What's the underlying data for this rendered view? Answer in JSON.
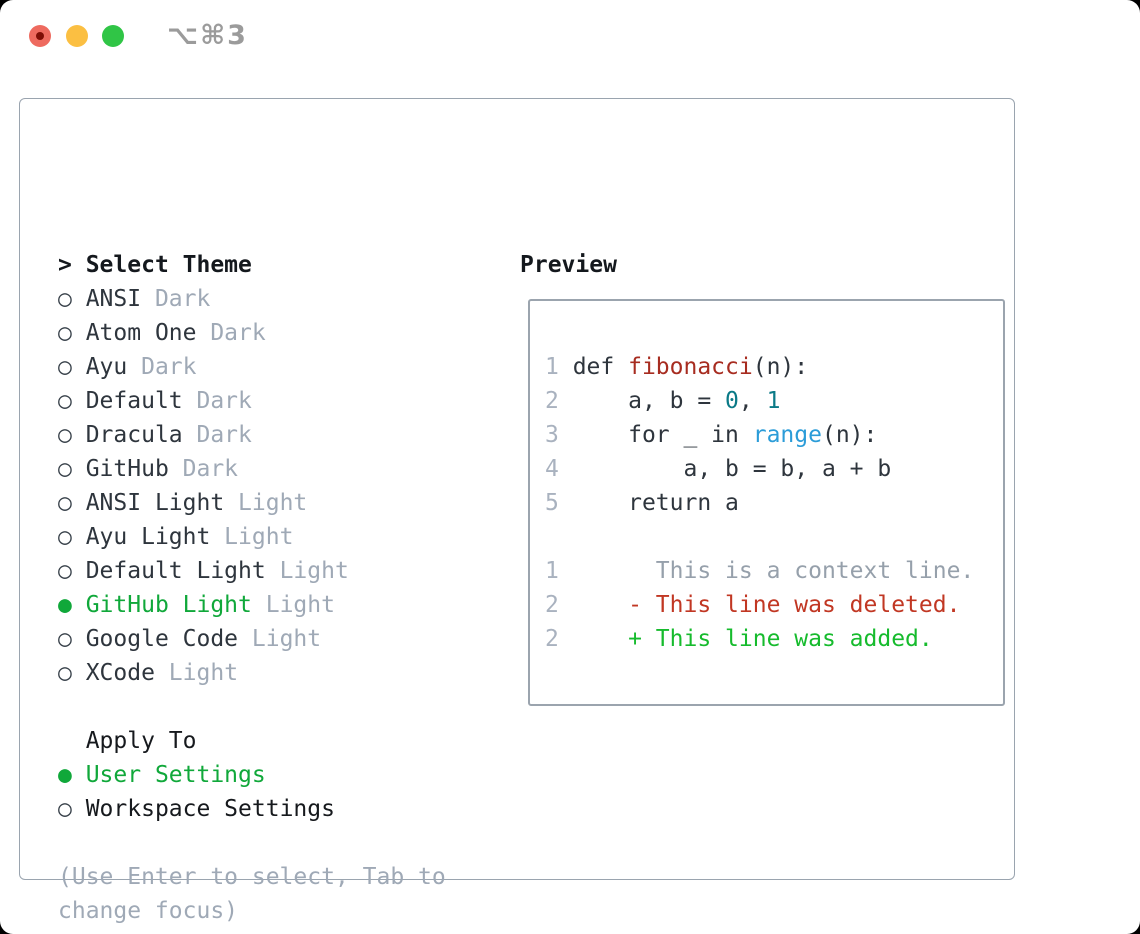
{
  "window": {
    "shortcut_label": "⌥⌘3",
    "traffic_lights": [
      {
        "name": "close",
        "color": "#ee6a5f",
        "dot": "#7f0e06"
      },
      {
        "name": "minimize",
        "color": "#fbbf42"
      },
      {
        "name": "zoom",
        "color": "#30c546"
      }
    ]
  },
  "theme_picker": {
    "header": {
      "cursor": ">",
      "label": "Select Theme"
    },
    "themes": [
      {
        "name": "ANSI",
        "variant": "Dark",
        "selected": false
      },
      {
        "name": "Atom One",
        "variant": "Dark",
        "selected": false
      },
      {
        "name": "Ayu",
        "variant": "Dark",
        "selected": false
      },
      {
        "name": "Default",
        "variant": "Dark",
        "selected": false
      },
      {
        "name": "Dracula",
        "variant": "Dark",
        "selected": false
      },
      {
        "name": "GitHub",
        "variant": "Dark",
        "selected": false
      },
      {
        "name": "ANSI Light",
        "variant": "Light",
        "selected": false
      },
      {
        "name": "Ayu Light",
        "variant": "Light",
        "selected": false
      },
      {
        "name": "Default Light",
        "variant": "Light",
        "selected": false
      },
      {
        "name": "GitHub Light",
        "variant": "Light",
        "selected": true
      },
      {
        "name": "Google Code",
        "variant": "Light",
        "selected": false
      },
      {
        "name": "XCode",
        "variant": "Light",
        "selected": false
      }
    ],
    "apply_to": {
      "label": "Apply To",
      "options": [
        {
          "name": "User Settings",
          "selected": true
        },
        {
          "name": "Workspace Settings",
          "selected": false
        }
      ]
    },
    "hint_lines": [
      "(Use Enter to select, Tab to",
      "change focus)"
    ],
    "markers": {
      "selected": "●",
      "unselected": "○"
    }
  },
  "preview": {
    "header": "Preview",
    "lines": [
      {
        "num": "1",
        "segments": [
          [
            "def ",
            "plain"
          ],
          [
            "fibonacci",
            "function"
          ],
          [
            "(n):",
            "plain"
          ]
        ]
      },
      {
        "num": "2",
        "segments": [
          [
            "    a, b = ",
            "plain"
          ],
          [
            "0",
            "number"
          ],
          [
            ", ",
            "plain"
          ],
          [
            "1",
            "number"
          ]
        ]
      },
      {
        "num": "3",
        "segments": [
          [
            "    for _ in ",
            "plain"
          ],
          [
            "range",
            "builtin"
          ],
          [
            "(n):",
            "plain"
          ]
        ]
      },
      {
        "num": "4",
        "segments": [
          [
            "        a, b = b, a + b",
            "plain"
          ]
        ]
      },
      {
        "num": "5",
        "segments": [
          [
            "    return a",
            "plain"
          ]
        ]
      },
      {
        "num": "",
        "segments": []
      },
      {
        "num": "1",
        "segments": [
          [
            "      This is a context line.",
            "context"
          ]
        ]
      },
      {
        "num": "2",
        "segments": [
          [
            "    - This line was deleted.",
            "deleted"
          ]
        ]
      },
      {
        "num": "2",
        "segments": [
          [
            "    + This line was added.",
            "added"
          ]
        ]
      }
    ]
  },
  "colors": {
    "selection_green": "#10a83a",
    "added_green": "#16bb2d",
    "deleted_red": "#c13723",
    "function_red": "#a72c20",
    "number_teal": "#0b7a87",
    "builtin_blue": "#2b9cd8",
    "muted_gray": "#9fa9b6",
    "text_dark": "#2e353d",
    "border_gray": "#9aa4af"
  }
}
